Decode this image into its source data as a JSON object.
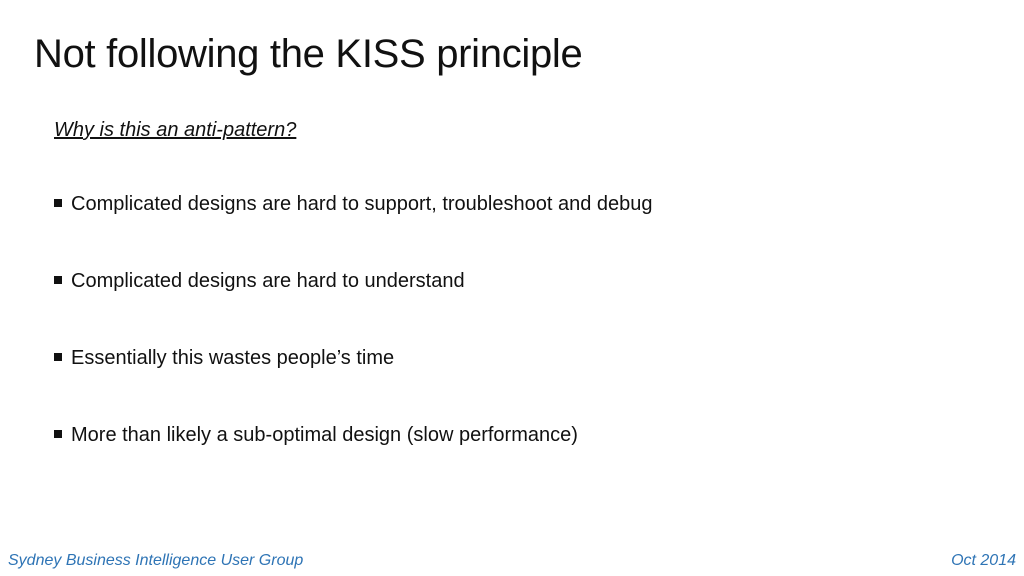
{
  "slide": {
    "title": "Not following the KISS principle",
    "subheading": "Why is this an anti-pattern?",
    "bullets": [
      "Complicated designs are hard to support, troubleshoot and debug",
      "Complicated designs are hard to understand",
      "Essentially this wastes people’s time",
      "More than likely a sub-optimal design (slow performance)"
    ],
    "bullet_icon": "square-bullet-icon"
  },
  "footer": {
    "left_text": "Sydney Business Intelligence User Group",
    "right_text": "Oct 2014",
    "color": "#2e74b5"
  }
}
